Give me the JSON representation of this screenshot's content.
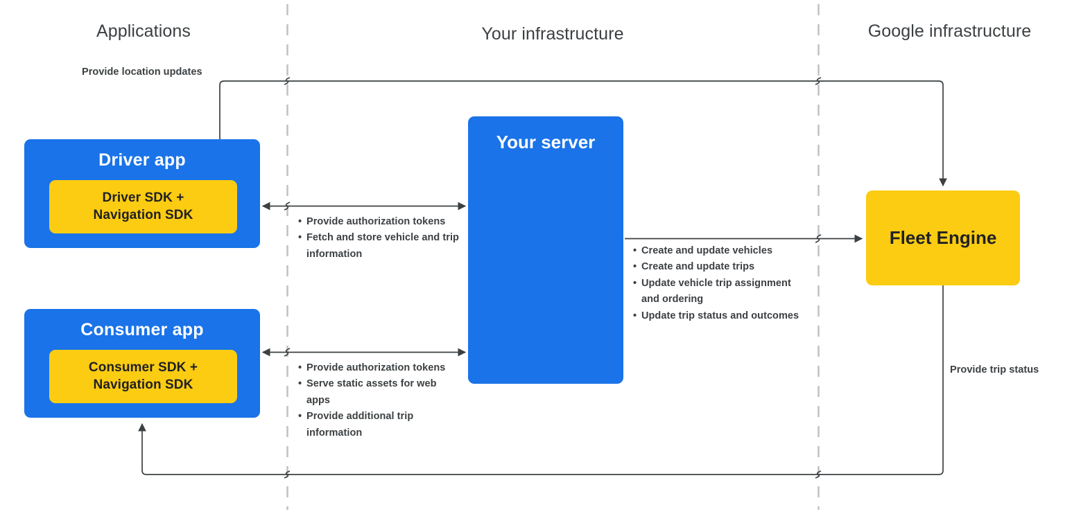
{
  "columns": [
    {
      "id": "applications",
      "label": "Applications"
    },
    {
      "id": "your-infrastructure",
      "label": "Your infrastructure"
    },
    {
      "id": "google-infrastructure",
      "label": "Google infrastructure"
    }
  ],
  "nodes": {
    "driver_app": {
      "title": "Driver app",
      "sdk": "Driver SDK +\nNavigation SDK"
    },
    "consumer_app": {
      "title": "Consumer app",
      "sdk": "Consumer SDK +\nNavigation SDK"
    },
    "your_server": {
      "title": "Your server"
    },
    "fleet_engine": {
      "title": "Fleet Engine"
    }
  },
  "labels": {
    "location_updates": "Provide location updates",
    "trip_status": "Provide trip status"
  },
  "bullets": {
    "driver_to_server": [
      "Provide authorization tokens",
      "Fetch and store vehicle and trip information"
    ],
    "consumer_to_server": [
      "Provide authorization tokens",
      "Serve static assets for web apps",
      "Provide additional trip information"
    ],
    "server_to_fleet": [
      "Create and update vehicles",
      "Create and update trips",
      "Update vehicle trip assignment and ordering",
      "Update trip status and outcomes"
    ]
  },
  "colors": {
    "app_blue": "#1a73e8",
    "sdk_yellow": "#fccc12",
    "text_dark": "#3c4043",
    "wire": "#3c4043",
    "divider": "#bdc1c6"
  }
}
